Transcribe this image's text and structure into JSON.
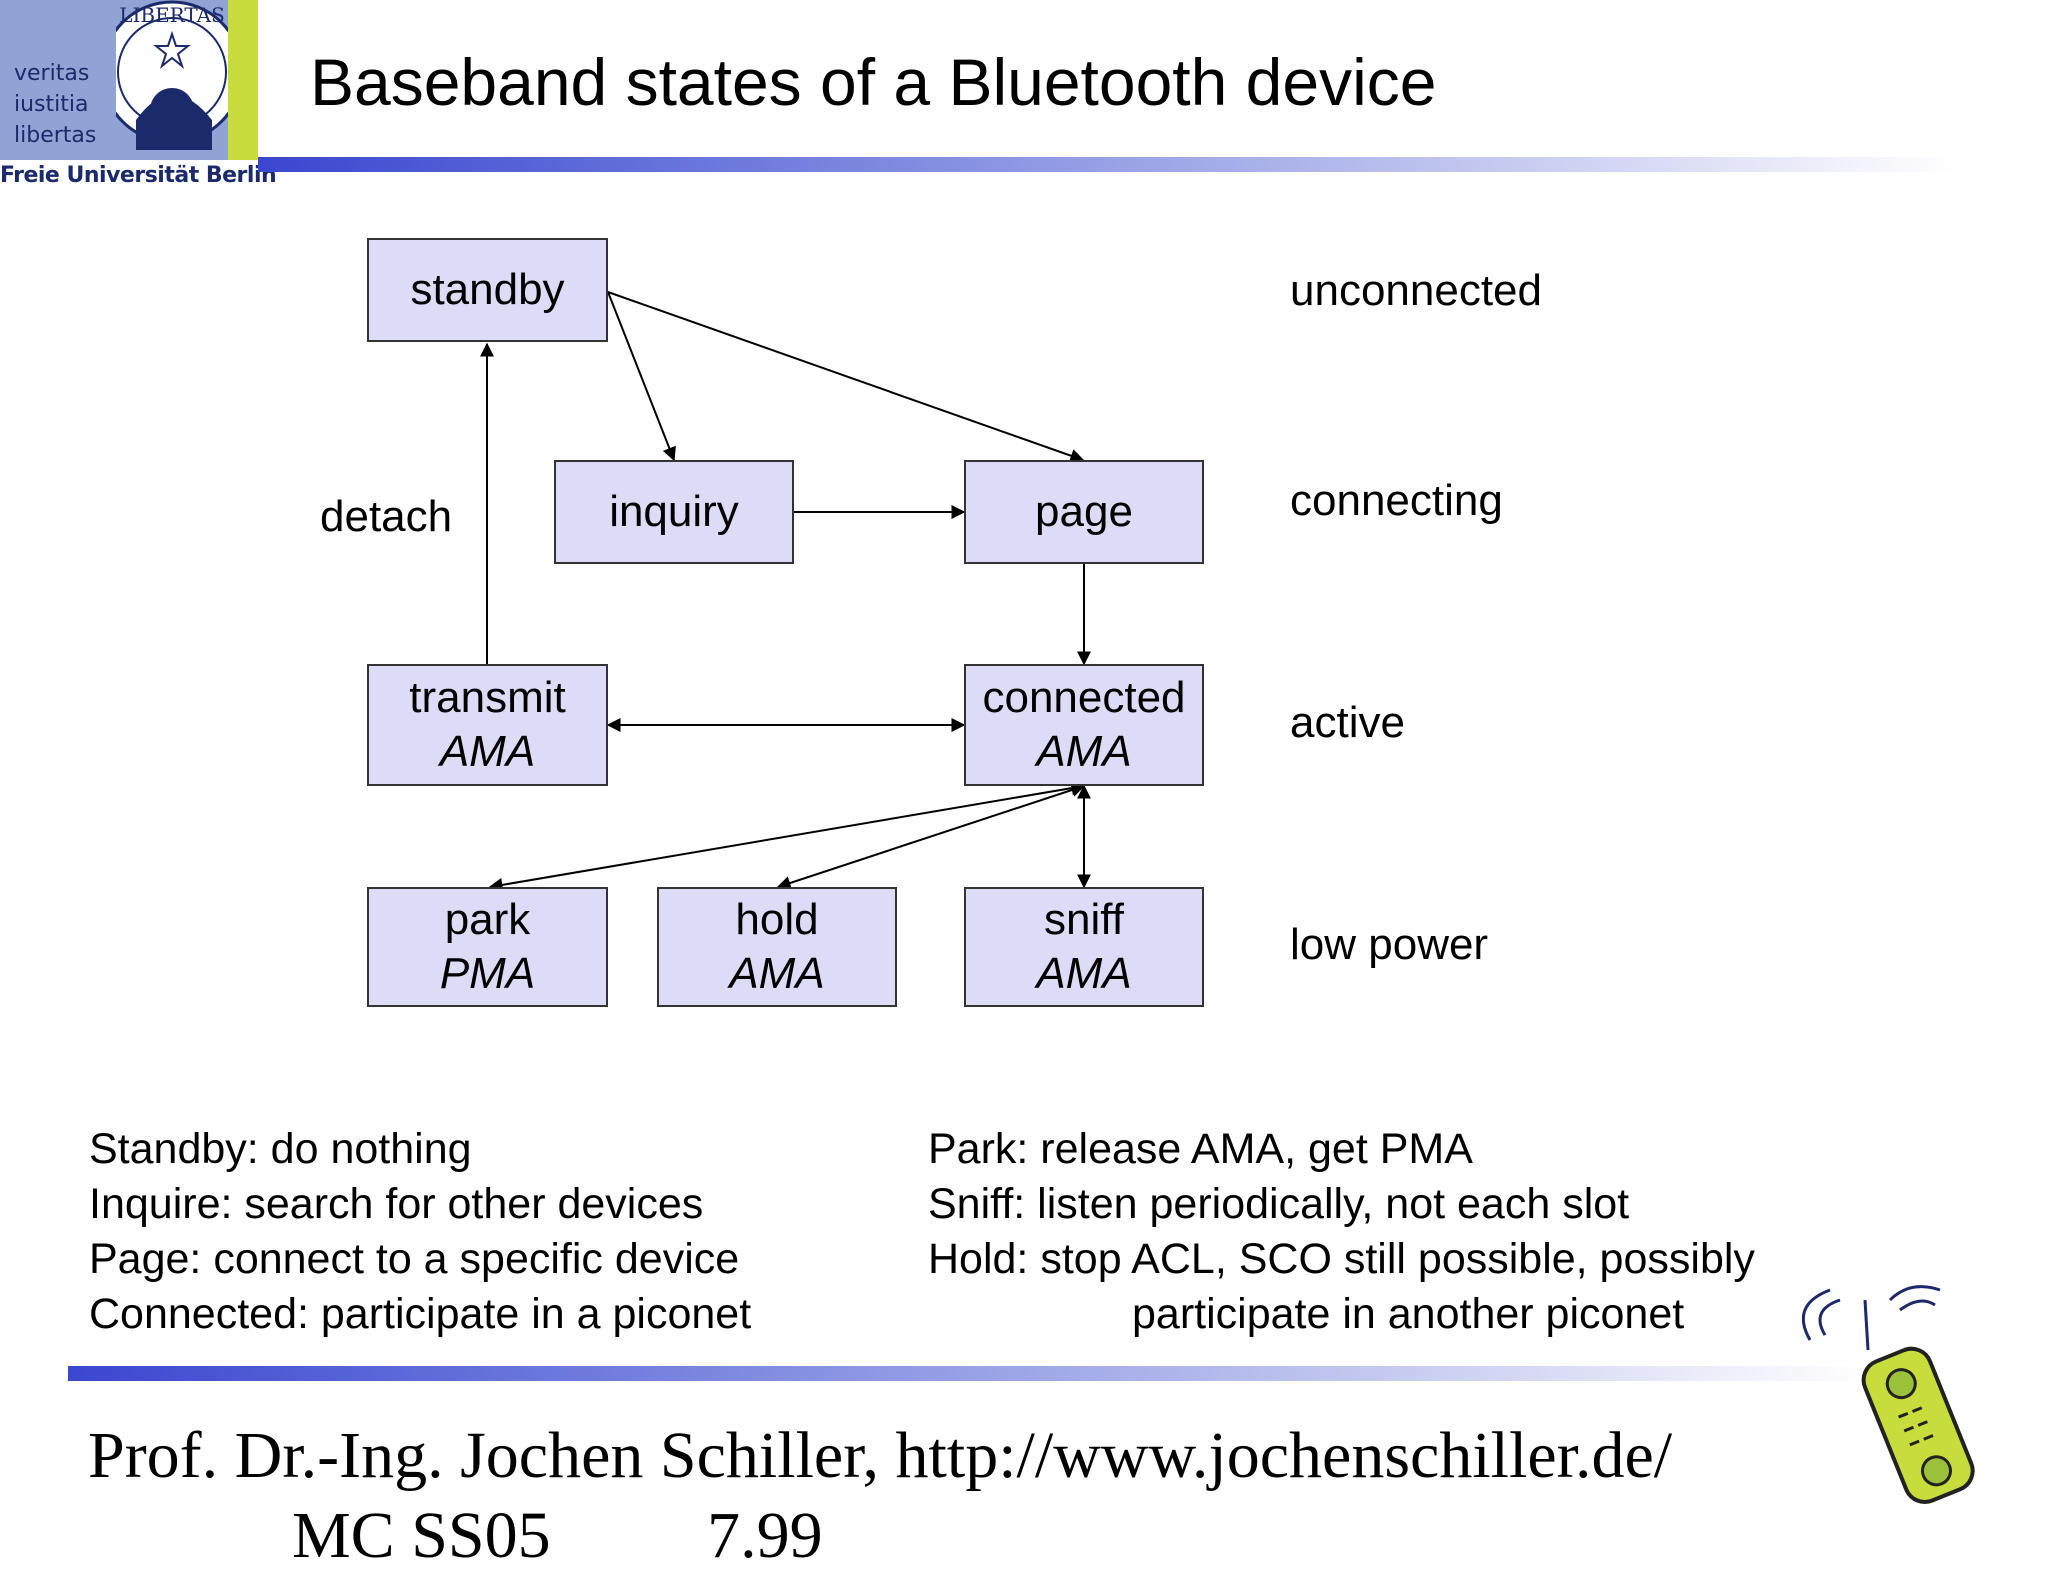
{
  "logo": {
    "motto": [
      "veritas",
      "iustitia",
      "libertas"
    ],
    "seal_text": "LIBERTAS",
    "university": "Freie Universität Berlin",
    "colors": {
      "blue": "#8fa4d4",
      "green": "#c8dc3c",
      "navy": "#1b2a6b"
    }
  },
  "title": "Baseband states of a Bluetooth device",
  "diagram": {
    "states": {
      "standby": {
        "name": "standby",
        "sub": ""
      },
      "inquiry": {
        "name": "inquiry",
        "sub": ""
      },
      "page": {
        "name": "page",
        "sub": ""
      },
      "transmit": {
        "name": "transmit",
        "sub": "AMA"
      },
      "connected": {
        "name": "connected",
        "sub": "AMA"
      },
      "park": {
        "name": "park",
        "sub": "PMA"
      },
      "hold": {
        "name": "hold",
        "sub": "AMA"
      },
      "sniff": {
        "name": "sniff",
        "sub": "AMA"
      }
    },
    "edge_label_detach": "detach",
    "levels": [
      "unconnected",
      "connecting",
      "active",
      "low power"
    ],
    "box_fill": "#dcdcf7"
  },
  "descriptions": {
    "left": [
      "Standby: do nothing",
      "Inquire: search for other devices",
      "Page: connect to a specific device",
      "Connected: participate in a piconet"
    ],
    "right": [
      "Park: release AMA, get PMA",
      "Sniff: listen periodically, not each slot",
      "Hold: stop ACL, SCO still possible, possibly",
      "participate in another piconet"
    ]
  },
  "footer": {
    "author": "Prof. Dr.-Ing. Jochen Schiller, http://www.jochenschiller.de/",
    "course": "MC SS05",
    "page": "7.99"
  },
  "accent_gradient": [
    "#3a47d0",
    "#7a86df",
    "#c9cdf1"
  ]
}
